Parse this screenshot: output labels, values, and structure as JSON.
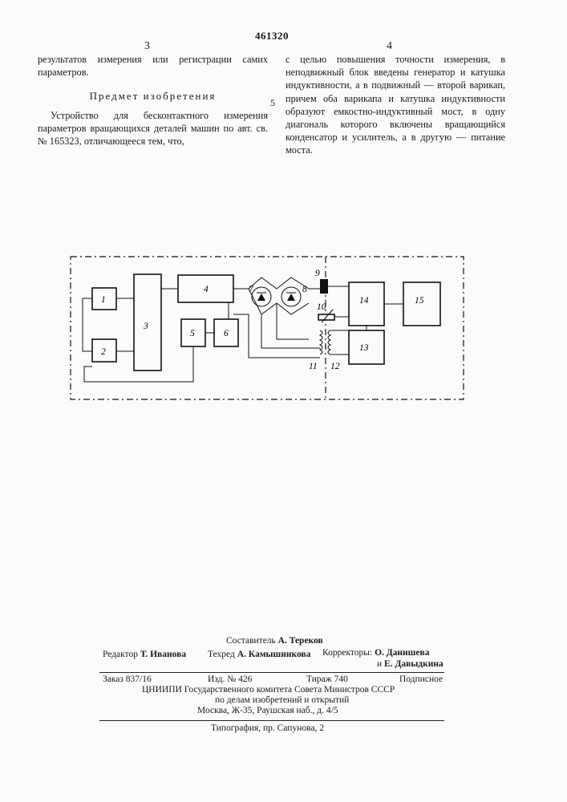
{
  "header": {
    "doc_number": "461320",
    "col_left_number": "3",
    "col_right_number": "4"
  },
  "left_column": {
    "continuation": "результатов измерения или регистрации самих параметров.",
    "heading": "Предмет изобретения",
    "claim": "Устройство для бесконтактного измерения параметров вращающихся деталей машин по авт. св. № 165323, отличающееся тем, что,"
  },
  "margin_line_number": "5",
  "right_column": {
    "text": "с целью повышения точности измерения, в неподвижный блок введены генератор и катушка индуктивности, а в подвижный — второй варикап, причем оба варикапа и катушка индуктивности образуют емкостно-индуктивный мост, в одну диагональ которого включены вращающийся конденсатор и усилитель, а в другую — питание моста."
  },
  "diagram": {
    "labels": {
      "b1": "1",
      "b2": "2",
      "b3": "3",
      "b4": "4",
      "b5": "5",
      "b6": "6",
      "d7": "7",
      "d8": "8",
      "c9": "9",
      "c10": "10",
      "l11": "11",
      "l12": "12",
      "b13": "13",
      "b14": "14",
      "b15": "15"
    }
  },
  "imprint": {
    "compiler_label": "Составитель",
    "compiler": "А. Тереков",
    "editor_label": "Редактор",
    "editor": "Т. Иванова",
    "techred_label": "Техред",
    "techred": "А. Камышникова",
    "correctors_label": "Корректоры:",
    "corrector1": "О. Данишева",
    "corrector2_prefix": "и",
    "corrector2": "Е. Давыдкина",
    "order": "Заказ 837/16",
    "edition": "Изд. № 426",
    "circulation": "Тираж 740",
    "subscription": "Подписное",
    "org_line1": "ЦНИИПИ Государственного комитета Совета Министров СССР",
    "org_line2": "по делам изобретений и открытий",
    "address": "Москва, Ж-35, Раушская наб., д. 4/5",
    "printer": "Типография, пр. Сапунова, 2"
  }
}
